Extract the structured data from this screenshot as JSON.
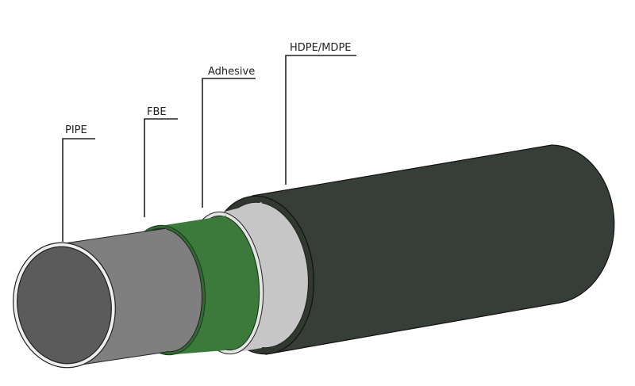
{
  "diagram": {
    "layers": [
      {
        "id": "pipe",
        "label": "PIPE",
        "color": "#7f7f7f"
      },
      {
        "id": "fbe",
        "label": "FBE",
        "color": "#3b7a3b"
      },
      {
        "id": "adhesive",
        "label": "Adhesive",
        "color": "#c6c6c6"
      },
      {
        "id": "hdpe",
        "label": "HDPE/MDPE",
        "color": "#363e37"
      }
    ]
  }
}
